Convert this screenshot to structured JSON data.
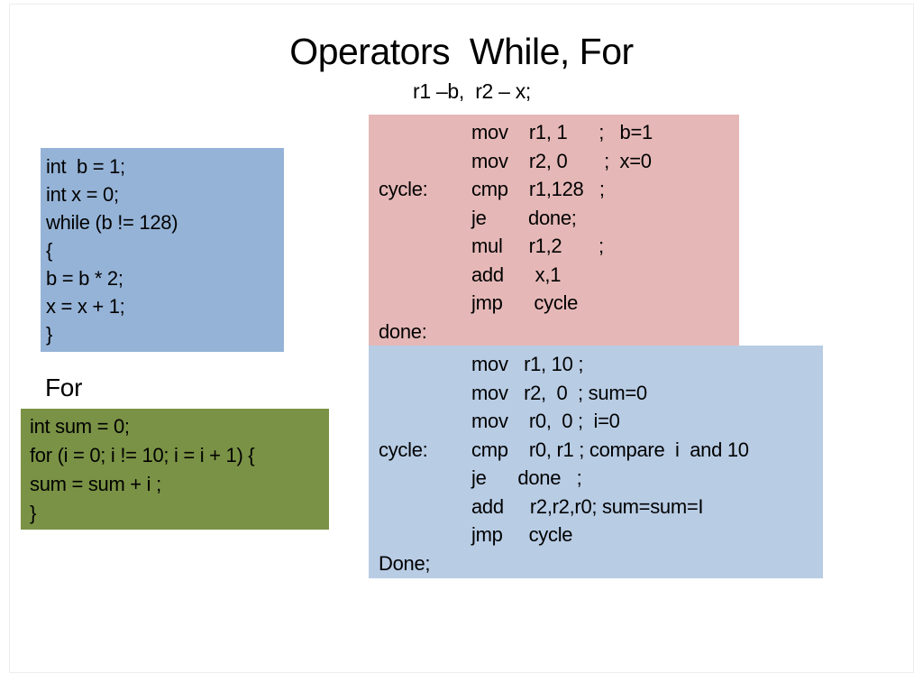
{
  "colors": {
    "while_c_box": "#95B3D7",
    "while_asm_box": "#E5B8B7",
    "for_asm_box": "#B8CCE4",
    "for_c_box": "#7A9245",
    "text": "#000000",
    "background": "#FFFFFF"
  },
  "title": "Operators  While, For",
  "subtitle": "r1 –b,  r2 – x;",
  "for_label": "For",
  "while_c": {
    "lines": [
      "int  b = 1;",
      "int x = 0;",
      "while (b != 128)",
      "{",
      "b = b * 2;",
      "x = x + 1;",
      "}"
    ]
  },
  "while_asm": {
    "lines": [
      {
        "label": "",
        "code": "mov    r1, 1      ;   b=1"
      },
      {
        "label": "",
        "code": "mov    r2, 0       ;  x=0"
      },
      {
        "label": "cycle:",
        "code": "cmp    r1,128   ;"
      },
      {
        "label": "",
        "code": "je        done;"
      },
      {
        "label": "",
        "code": "mul     r1,2       ;"
      },
      {
        "label": "",
        "code": "add      x,1"
      },
      {
        "label": "",
        "code": "jmp      cycle"
      },
      {
        "label": "done:",
        "code": ""
      }
    ]
  },
  "for_c": {
    "lines": [
      "int sum = 0;",
      "for (i = 0; i != 10; i = i + 1) {",
      "sum = sum + i ;",
      "}"
    ]
  },
  "for_asm": {
    "lines": [
      {
        "label": "",
        "code": "mov   r1, 10 ;"
      },
      {
        "label": "",
        "code": "mov   r2,  0  ; sum=0"
      },
      {
        "label": "",
        "code": "mov    r0,  0 ;  i=0"
      },
      {
        "label": "cycle:",
        "code": "cmp    r0, r1 ; compare  i  and 10"
      },
      {
        "label": "",
        "code": "je      done   ;"
      },
      {
        "label": "",
        "code": "add     r2,r2,r0; sum=sum=I"
      },
      {
        "label": "",
        "code": "jmp     cycle"
      },
      {
        "label": "Done;",
        "code": ""
      }
    ]
  }
}
